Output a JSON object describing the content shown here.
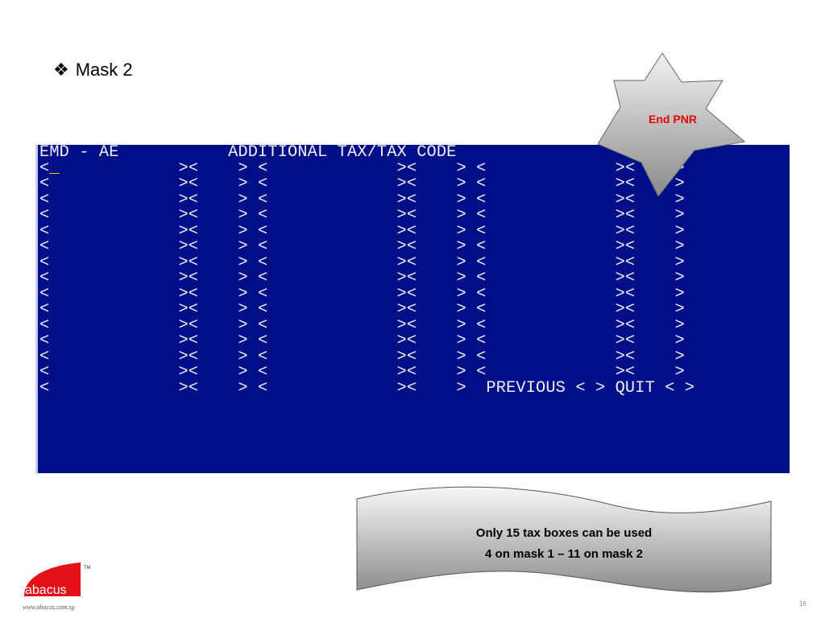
{
  "slide": {
    "title": "Mask 2",
    "bullet_glyph": "❖",
    "page_number": "16"
  },
  "terminal": {
    "header": "EMD - AE           ADDITIONAL TAX/TAX CODE",
    "row_pattern": "<             ><    > <             ><    > <             ><    >",
    "row_count": 15,
    "last_row": "<             ><    > <             ><    >  PREVIOUS < > QUIT < >",
    "cursor_glyph": "_",
    "bg_color": "#000e88",
    "fg_color": "#f0f0f0",
    "cursor_color": "#ffd700"
  },
  "callout_star": {
    "label": "End PNR",
    "label_color": "#e00000"
  },
  "callout_banner": {
    "line1": "Only 15 tax boxes can be used",
    "line2": "4 on mask 1 – 11 on mask 2"
  },
  "branding": {
    "logo_text": "abacus",
    "trademark": "TM",
    "website": "www.abacus.com.sg",
    "brand_color": "#e3101a"
  }
}
